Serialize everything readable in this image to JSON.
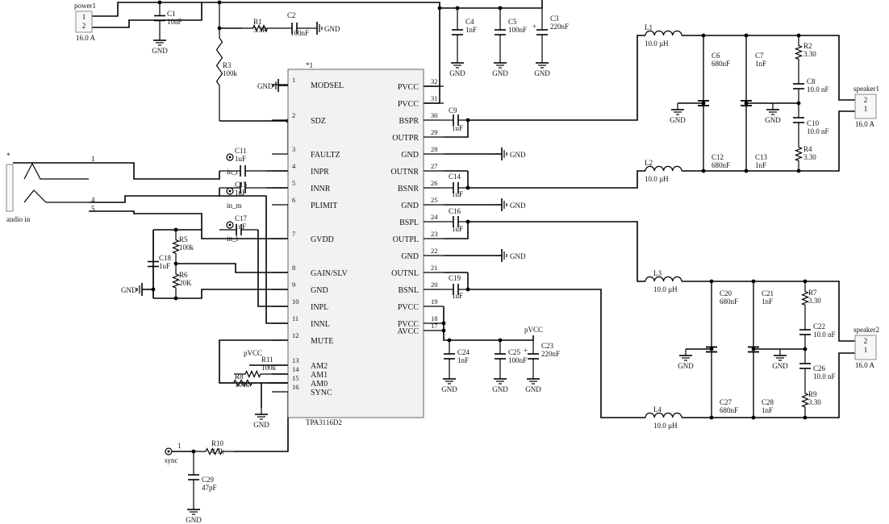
{
  "chip": {
    "ref": "*1",
    "part": "TPA3116D2",
    "left_pins": [
      {
        "num": "1",
        "name": "MODSEL"
      },
      {
        "num": "2",
        "name": "SDZ"
      },
      {
        "num": "3",
        "name": "FAULTZ"
      },
      {
        "num": "4",
        "name": "INPR"
      },
      {
        "num": "5",
        "name": "INNR"
      },
      {
        "num": "6",
        "name": "PLIMIT"
      },
      {
        "num": "7",
        "name": "GVDD"
      },
      {
        "num": "8",
        "name": "GAIN/SLV"
      },
      {
        "num": "9",
        "name": "GND"
      },
      {
        "num": "10",
        "name": "INPL"
      },
      {
        "num": "11",
        "name": "INNL"
      },
      {
        "num": "12",
        "name": "MUTE"
      },
      {
        "num": "13",
        "name": "AM2"
      },
      {
        "num": "14",
        "name": "AM1"
      },
      {
        "num": "15",
        "name": "AM0"
      },
      {
        "num": "16",
        "name": "SYNC"
      }
    ],
    "right_pins": [
      {
        "num": "32",
        "name": "PVCC"
      },
      {
        "num": "31",
        "name": "PVCC"
      },
      {
        "num": "30",
        "name": "BSPR"
      },
      {
        "num": "29",
        "name": "OUTPR"
      },
      {
        "num": "28",
        "name": "GND"
      },
      {
        "num": "27",
        "name": "OUTNR"
      },
      {
        "num": "26",
        "name": "BSNR"
      },
      {
        "num": "25",
        "name": "GND"
      },
      {
        "num": "24",
        "name": "BSPL"
      },
      {
        "num": "23",
        "name": "OUTPL"
      },
      {
        "num": "22",
        "name": "GND"
      },
      {
        "num": "21",
        "name": "OUTNL"
      },
      {
        "num": "20",
        "name": "BSNL"
      },
      {
        "num": "19",
        "name": "PVCC"
      },
      {
        "num": "18",
        "name": "PVCC"
      },
      {
        "num": "17",
        "name": "AVCC"
      }
    ]
  },
  "components": [
    {
      "id": "C1",
      "ref": "C1",
      "value": "10nF"
    },
    {
      "id": "C2",
      "ref": "C2",
      "value": "100nF"
    },
    {
      "id": "C3",
      "ref": "C3",
      "value": "220nF"
    },
    {
      "id": "C4",
      "ref": "C4",
      "value": "1nF"
    },
    {
      "id": "C5",
      "ref": "C5",
      "value": "100nF"
    },
    {
      "id": "C6",
      "ref": "C6",
      "value": "680nF"
    },
    {
      "id": "C7",
      "ref": "C7",
      "value": "1nF"
    },
    {
      "id": "C8",
      "ref": "C8",
      "value": "10.0 nF"
    },
    {
      "id": "C9",
      "ref": "C9",
      "value": "1uF"
    },
    {
      "id": "C10",
      "ref": "C10",
      "value": "10.0 nF"
    },
    {
      "id": "C11",
      "ref": "C11",
      "value": "1uF"
    },
    {
      "id": "C12",
      "ref": "C12",
      "value": "680nF"
    },
    {
      "id": "C13",
      "ref": "C13",
      "value": "1nF"
    },
    {
      "id": "C14",
      "ref": "C14",
      "value": "1uF"
    },
    {
      "id": "C15",
      "ref": "C15",
      "value": "1uF"
    },
    {
      "id": "C16",
      "ref": "C16",
      "value": "1uF"
    },
    {
      "id": "C17",
      "ref": "C17",
      "value": "1uF"
    },
    {
      "id": "C18",
      "ref": "C18",
      "value": "1uF"
    },
    {
      "id": "C19",
      "ref": "C19",
      "value": "1uF"
    },
    {
      "id": "C20",
      "ref": "C20",
      "value": "680nF"
    },
    {
      "id": "C21",
      "ref": "C21",
      "value": "1nF"
    },
    {
      "id": "C22",
      "ref": "C22",
      "value": "10.0 nF"
    },
    {
      "id": "C23",
      "ref": "C23",
      "value": "220nF"
    },
    {
      "id": "C24",
      "ref": "C24",
      "value": "1nF"
    },
    {
      "id": "C25",
      "ref": "C25",
      "value": "100nF"
    },
    {
      "id": "C26",
      "ref": "C26",
      "value": "10.0 nF"
    },
    {
      "id": "C27",
      "ref": "C27",
      "value": "680nF"
    },
    {
      "id": "C28",
      "ref": "C28",
      "value": "1nF"
    },
    {
      "id": "C29",
      "ref": "C29",
      "value": "47pF"
    },
    {
      "id": "R1",
      "ref": "R1",
      "value": "3.3R"
    },
    {
      "id": "R2",
      "ref": "R2",
      "value": "3.30"
    },
    {
      "id": "R3",
      "ref": "R3",
      "value": "100k"
    },
    {
      "id": "R4",
      "ref": "R4",
      "value": "3.30"
    },
    {
      "id": "R5",
      "ref": "R5",
      "value": "100k"
    },
    {
      "id": "R6",
      "ref": "R6",
      "value": "20K"
    },
    {
      "id": "R7",
      "ref": "R7",
      "value": "3.30"
    },
    {
      "id": "R8",
      "ref": "R8",
      "value": "100k"
    },
    {
      "id": "R9",
      "ref": "R9",
      "value": "3.30"
    },
    {
      "id": "R10",
      "ref": "R10",
      "value": "4.7k"
    },
    {
      "id": "R11",
      "ref": "R11",
      "value": "100k"
    },
    {
      "id": "L1",
      "ref": "L1",
      "value": "10.0 µH"
    },
    {
      "id": "L2",
      "ref": "L2",
      "value": "10.0 µH"
    },
    {
      "id": "L3",
      "ref": "L3",
      "value": "10.0 µH"
    },
    {
      "id": "L4",
      "ref": "L4",
      "value": "10.0 µH"
    }
  ],
  "connectors": [
    {
      "id": "power1",
      "ref": "power1",
      "value": "16.0 A",
      "pins": [
        "1",
        "2"
      ]
    },
    {
      "id": "speaker1",
      "ref": "speaker1",
      "value": "16.0 A",
      "pins": [
        "2",
        "1"
      ]
    },
    {
      "id": "speaker2",
      "ref": "speaker2",
      "value": "16.0 A",
      "pins": [
        "2",
        "1"
      ]
    }
  ],
  "labels": {
    "gnd": "GND",
    "pvcc": "pVCC",
    "audio_in": "audio in",
    "audio_star": "*",
    "sync": "sync",
    "sync_pin": "1",
    "in_r": "in_r",
    "in_m": "in_m",
    "in_l": "in_l",
    "jack_pins": [
      "1",
      "4",
      "5"
    ]
  }
}
